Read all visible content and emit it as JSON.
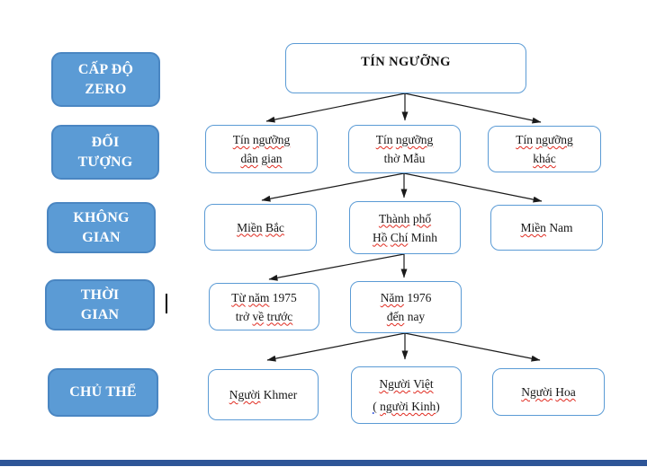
{
  "palette": {
    "label-fill": "#5b9bd5",
    "label-border": "#4a86c2",
    "node-border": "#5b9bd5",
    "spell-red": "#e02b20",
    "grammar-blue": "#3355dd",
    "footer-blue": "#2e5597"
  },
  "sidebar": {
    "items": [
      {
        "id": "cap-do-zero",
        "lines": [
          "CẤP ĐỘ",
          "ZERO"
        ]
      },
      {
        "id": "doi-tuong",
        "lines": [
          "ĐỐI",
          "TƯỢNG"
        ]
      },
      {
        "id": "khong-gian",
        "lines": [
          "KHÔNG",
          "GIAN"
        ]
      },
      {
        "id": "thoi-gian",
        "lines": [
          "THỜI",
          "GIAN"
        ]
      },
      {
        "id": "chu-the",
        "lines": [
          "CHỦ THỂ"
        ]
      }
    ]
  },
  "nodes": {
    "root": {
      "lines": [
        [
          {
            "t": "TÍN NGƯỠNG",
            "m": "none"
          }
        ]
      ]
    },
    "tin_nguong_dan_gian": {
      "lines": [
        [
          {
            "t": "Tín",
            "m": "red"
          },
          {
            "t": " ",
            "m": "none"
          },
          {
            "t": "ngưỡng",
            "m": "red"
          }
        ],
        [
          {
            "t": "dân",
            "m": "red"
          },
          {
            "t": " ",
            "m": "none"
          },
          {
            "t": "gian",
            "m": "red"
          }
        ]
      ]
    },
    "tin_nguong_tho_mau": {
      "lines": [
        [
          {
            "t": "Tín",
            "m": "red"
          },
          {
            "t": " ",
            "m": "none"
          },
          {
            "t": "ngưỡng",
            "m": "red"
          }
        ],
        [
          {
            "t": "thờ Mẫu",
            "m": "none"
          }
        ]
      ]
    },
    "tin_nguong_khac": {
      "lines": [
        [
          {
            "t": "Tín",
            "m": "red"
          },
          {
            "t": " ",
            "m": "none"
          },
          {
            "t": "ngưỡng",
            "m": "red"
          }
        ],
        [
          {
            "t": "khác",
            "m": "red"
          }
        ]
      ]
    },
    "mien_bac": {
      "lines": [
        [
          {
            "t": "Miền",
            "m": "red"
          },
          {
            "t": " ",
            "m": "none"
          },
          {
            "t": "Bắc",
            "m": "red"
          }
        ]
      ]
    },
    "tp_ho_chi_minh": {
      "lines": [
        [
          {
            "t": "Thành",
            "m": "red"
          },
          {
            "t": " ",
            "m": "none"
          },
          {
            "t": "phố",
            "m": "red"
          }
        ],
        [
          {
            "t": "Hồ",
            "m": "red"
          },
          {
            "t": " ",
            "m": "none"
          },
          {
            "t": "Chí",
            "m": "red"
          },
          {
            "t": " Minh",
            "m": "none"
          }
        ]
      ]
    },
    "mien_nam": {
      "lines": [
        [
          {
            "t": "Miền",
            "m": "red"
          },
          {
            "t": " Nam",
            "m": "none"
          }
        ]
      ]
    },
    "tu_nam_1975": {
      "lines": [
        [
          {
            "t": "Từ",
            "m": "red"
          },
          {
            "t": " ",
            "m": "none"
          },
          {
            "t": "năm",
            "m": "red"
          },
          {
            "t": " 1975",
            "m": "none"
          }
        ],
        [
          {
            "t": "trở ",
            "m": "none"
          },
          {
            "t": "về",
            "m": "red"
          },
          {
            "t": " ",
            "m": "none"
          },
          {
            "t": "trước",
            "m": "red"
          }
        ]
      ]
    },
    "nam_1976": {
      "lines": [
        [
          {
            "t": "Năm",
            "m": "red"
          },
          {
            "t": " 1976",
            "m": "none"
          }
        ],
        [
          {
            "t": "đến",
            "m": "red"
          },
          {
            "t": " nay",
            "m": "none"
          }
        ]
      ]
    },
    "nguoi_khmer": {
      "lines": [
        [
          {
            "t": "Người",
            "m": "red"
          },
          {
            "t": " Khmer",
            "m": "none"
          }
        ]
      ]
    },
    "nguoi_viet": {
      "lines": [
        [
          {
            "t": "Người",
            "m": "red"
          },
          {
            "t": " ",
            "m": "none"
          },
          {
            "t": "Việt",
            "m": "red"
          }
        ],
        [
          {
            "t": "( ",
            "m": "blue"
          },
          {
            "t": "người Kinh",
            "m": "red"
          },
          {
            "t": ")",
            "m": "none"
          }
        ]
      ]
    },
    "nguoi_hoa": {
      "lines": [
        [
          {
            "t": "Người",
            "m": "red"
          },
          {
            "t": " ",
            "m": "none"
          },
          {
            "t": "Hoa",
            "m": "red"
          }
        ]
      ]
    }
  }
}
